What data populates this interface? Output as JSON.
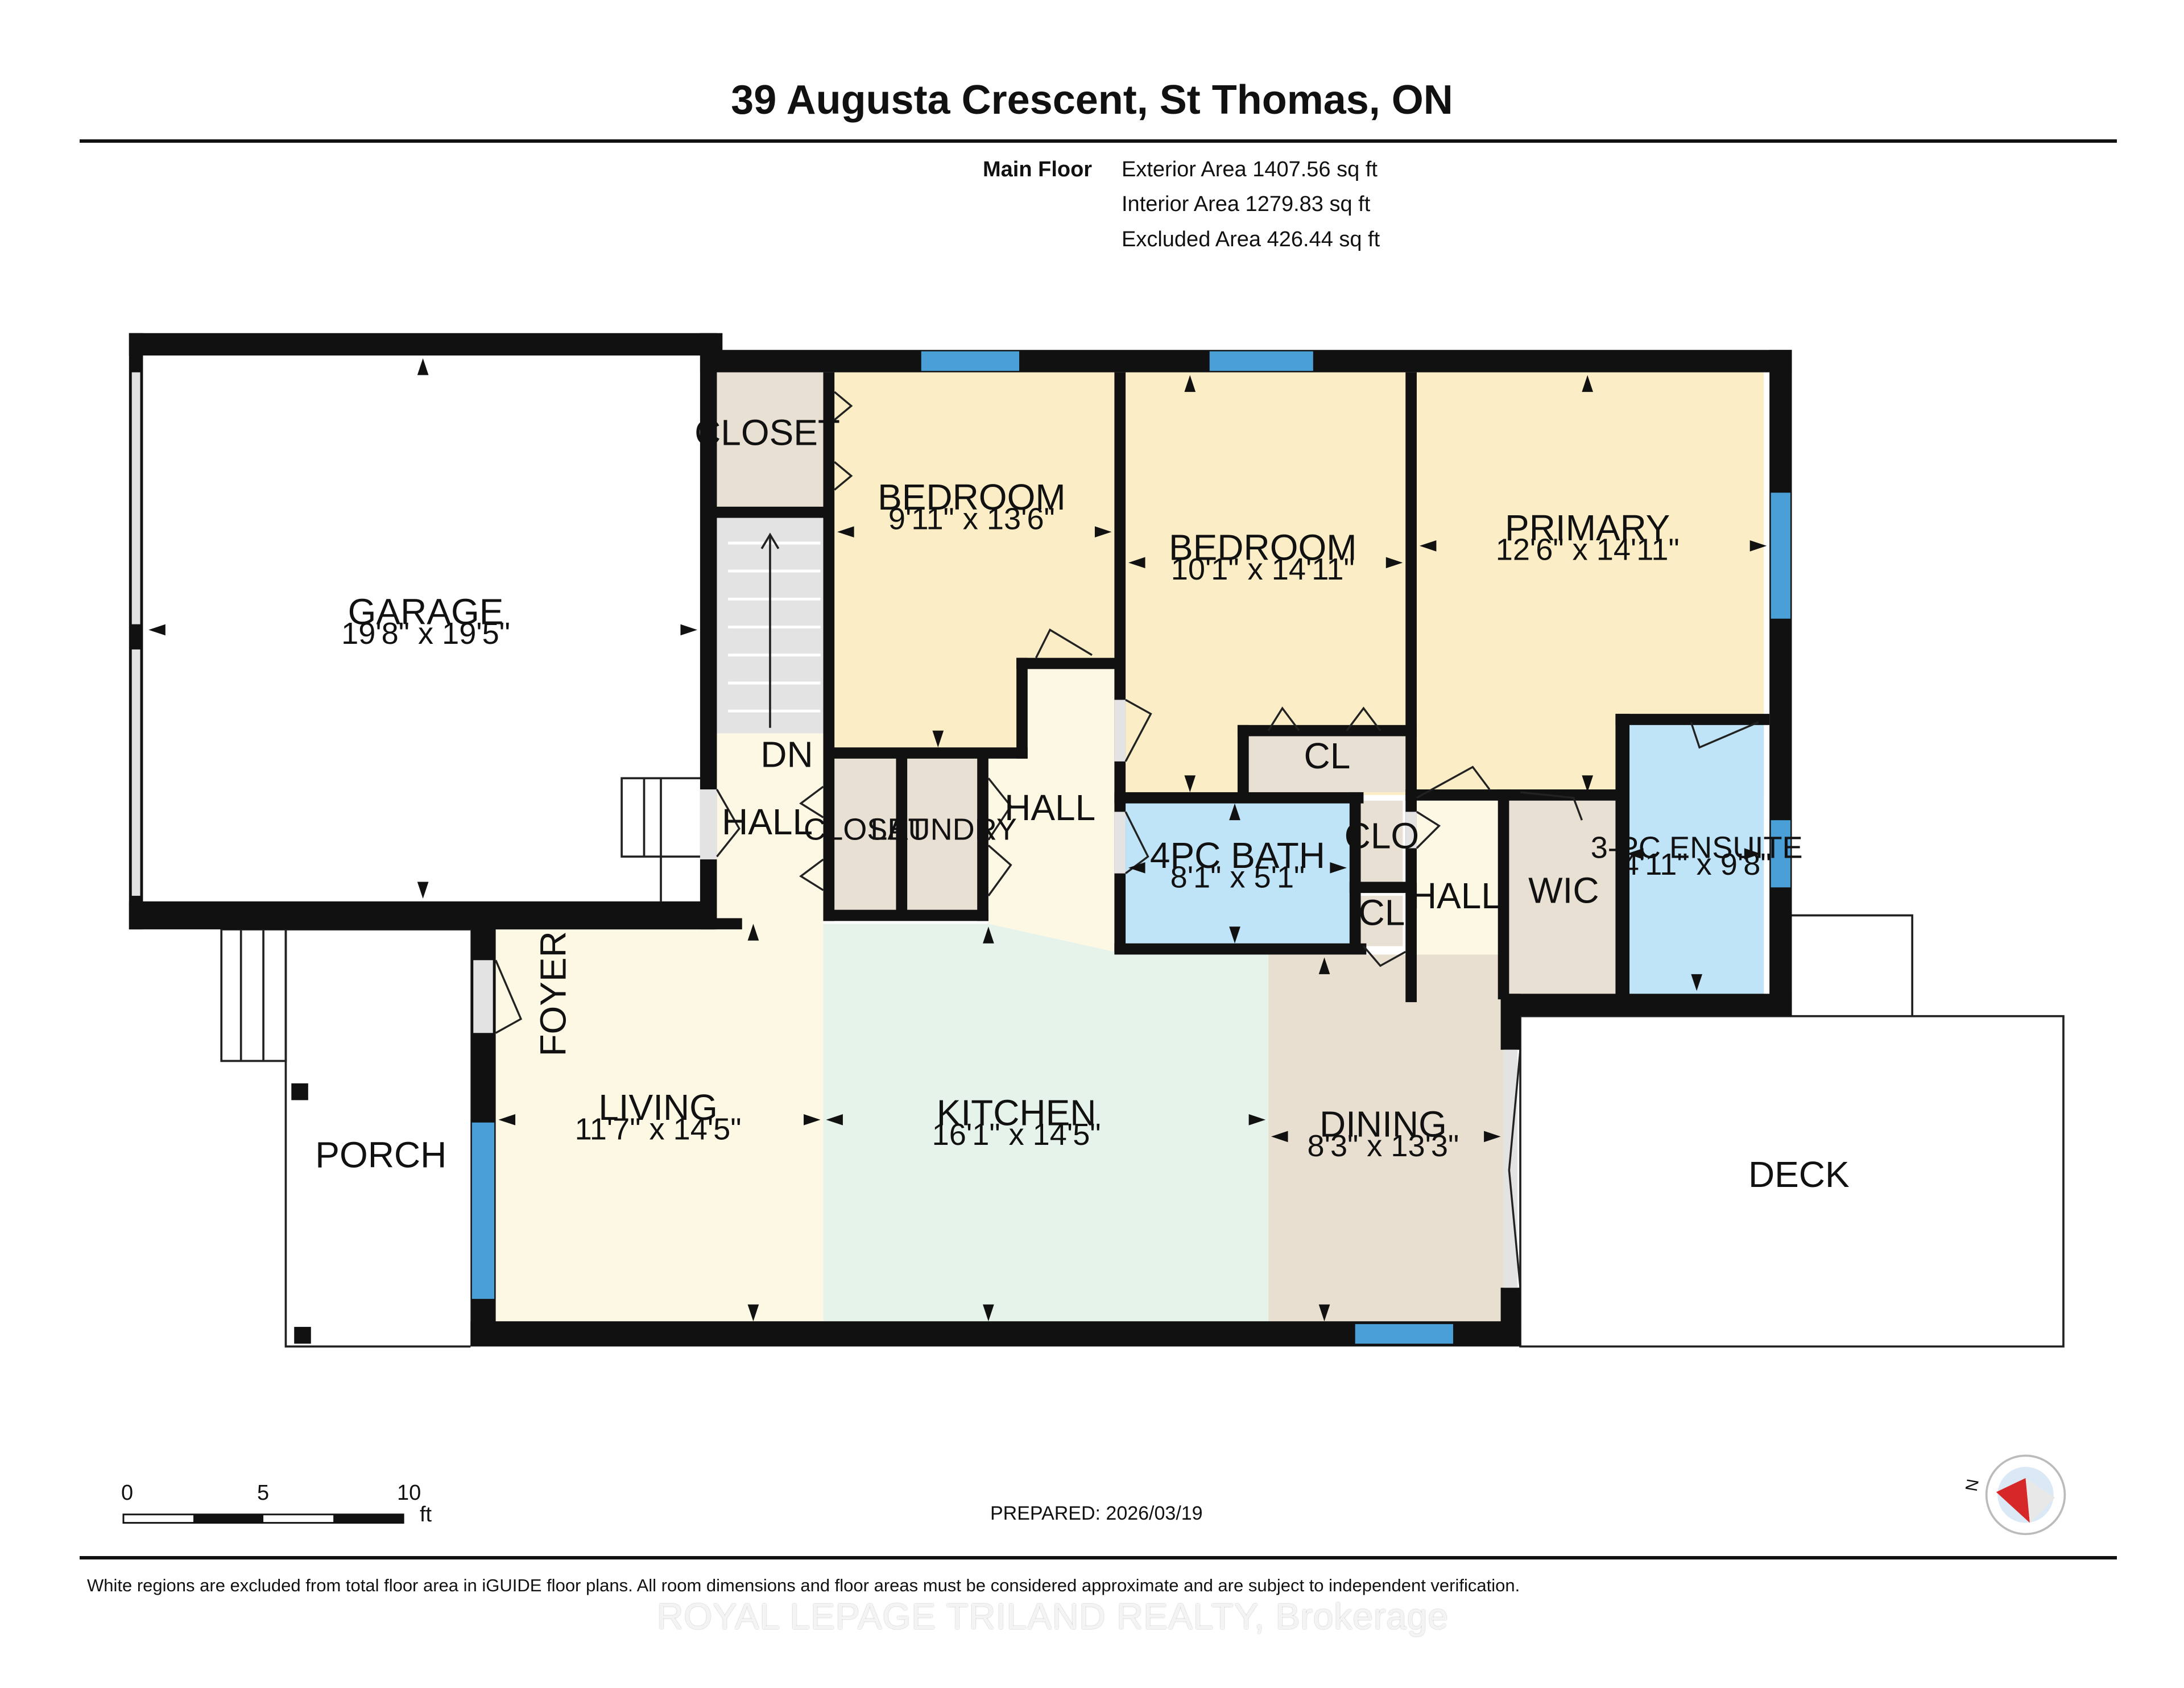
{
  "title": "39 Augusta Crescent, St Thomas, ON",
  "areas": {
    "floor_label": "Main Floor",
    "lines": [
      "Exterior Area 1407.56 sq ft",
      "Interior Area 1279.83 sq ft",
      "Excluded Area 426.44 sq ft"
    ]
  },
  "rooms": {
    "garage": {
      "name": "GARAGE",
      "dims": "19'8\" x 19'5\""
    },
    "closet_top": {
      "name": "CLOSET"
    },
    "bedroom1": {
      "name": "BEDROOM",
      "dims": "9'11\" x 13'6\""
    },
    "bedroom2": {
      "name": "BEDROOM",
      "dims": "10'1\" x 14'11\""
    },
    "primary": {
      "name": "PRIMARY",
      "dims": "12'6\" x 14'11\""
    },
    "dn": {
      "name": "DN"
    },
    "hall1": {
      "name": "HALL"
    },
    "closet2": {
      "name": "CLOSET"
    },
    "laundry": {
      "name": "LAUNDRY"
    },
    "hall2": {
      "name": "HALL"
    },
    "cl1": {
      "name": "CL"
    },
    "bath": {
      "name": "4PC BATH",
      "dims": "8'1\" x 5'1\""
    },
    "clo": {
      "name": "CLO"
    },
    "cl2": {
      "name": "CL"
    },
    "hall3": {
      "name": "HALL"
    },
    "wic": {
      "name": "WIC"
    },
    "ensuite": {
      "name": "3-PC ENSUITE",
      "dims": "4'11\" x 9'8\""
    },
    "foyer": {
      "name": "FOYER"
    },
    "porch": {
      "name": "PORCH"
    },
    "living": {
      "name": "LIVING",
      "dims": "11'7\" x 14'5\""
    },
    "kitchen": {
      "name": "KITCHEN",
      "dims": "16'1\" x 14'5\""
    },
    "dining": {
      "name": "DINING",
      "dims": "8'3\" x 13'3\""
    },
    "deck": {
      "name": "DECK"
    }
  },
  "colors": {
    "wall": "#111111",
    "window": "#4a9fd6",
    "bedroom": "#fbeec6",
    "bath": "#bfe3f7",
    "closet": "#e8e0d3",
    "hall": "#fdf8e4",
    "kitchen": "#e6f3ea",
    "dining": "#e9dfd0"
  },
  "scale": {
    "ticks": [
      "0",
      "5",
      "10"
    ],
    "unit": "ft"
  },
  "compass": {
    "label": "N"
  },
  "prepared": "PREPARED: 2026/03/19",
  "footer_note": "White regions are excluded from total floor area in iGUIDE floor plans. All room dimensions and floor areas must be considered approximate and are subject to independent verification.",
  "watermark": "ROYAL LEPAGE TRILAND REALTY, Brokerage"
}
